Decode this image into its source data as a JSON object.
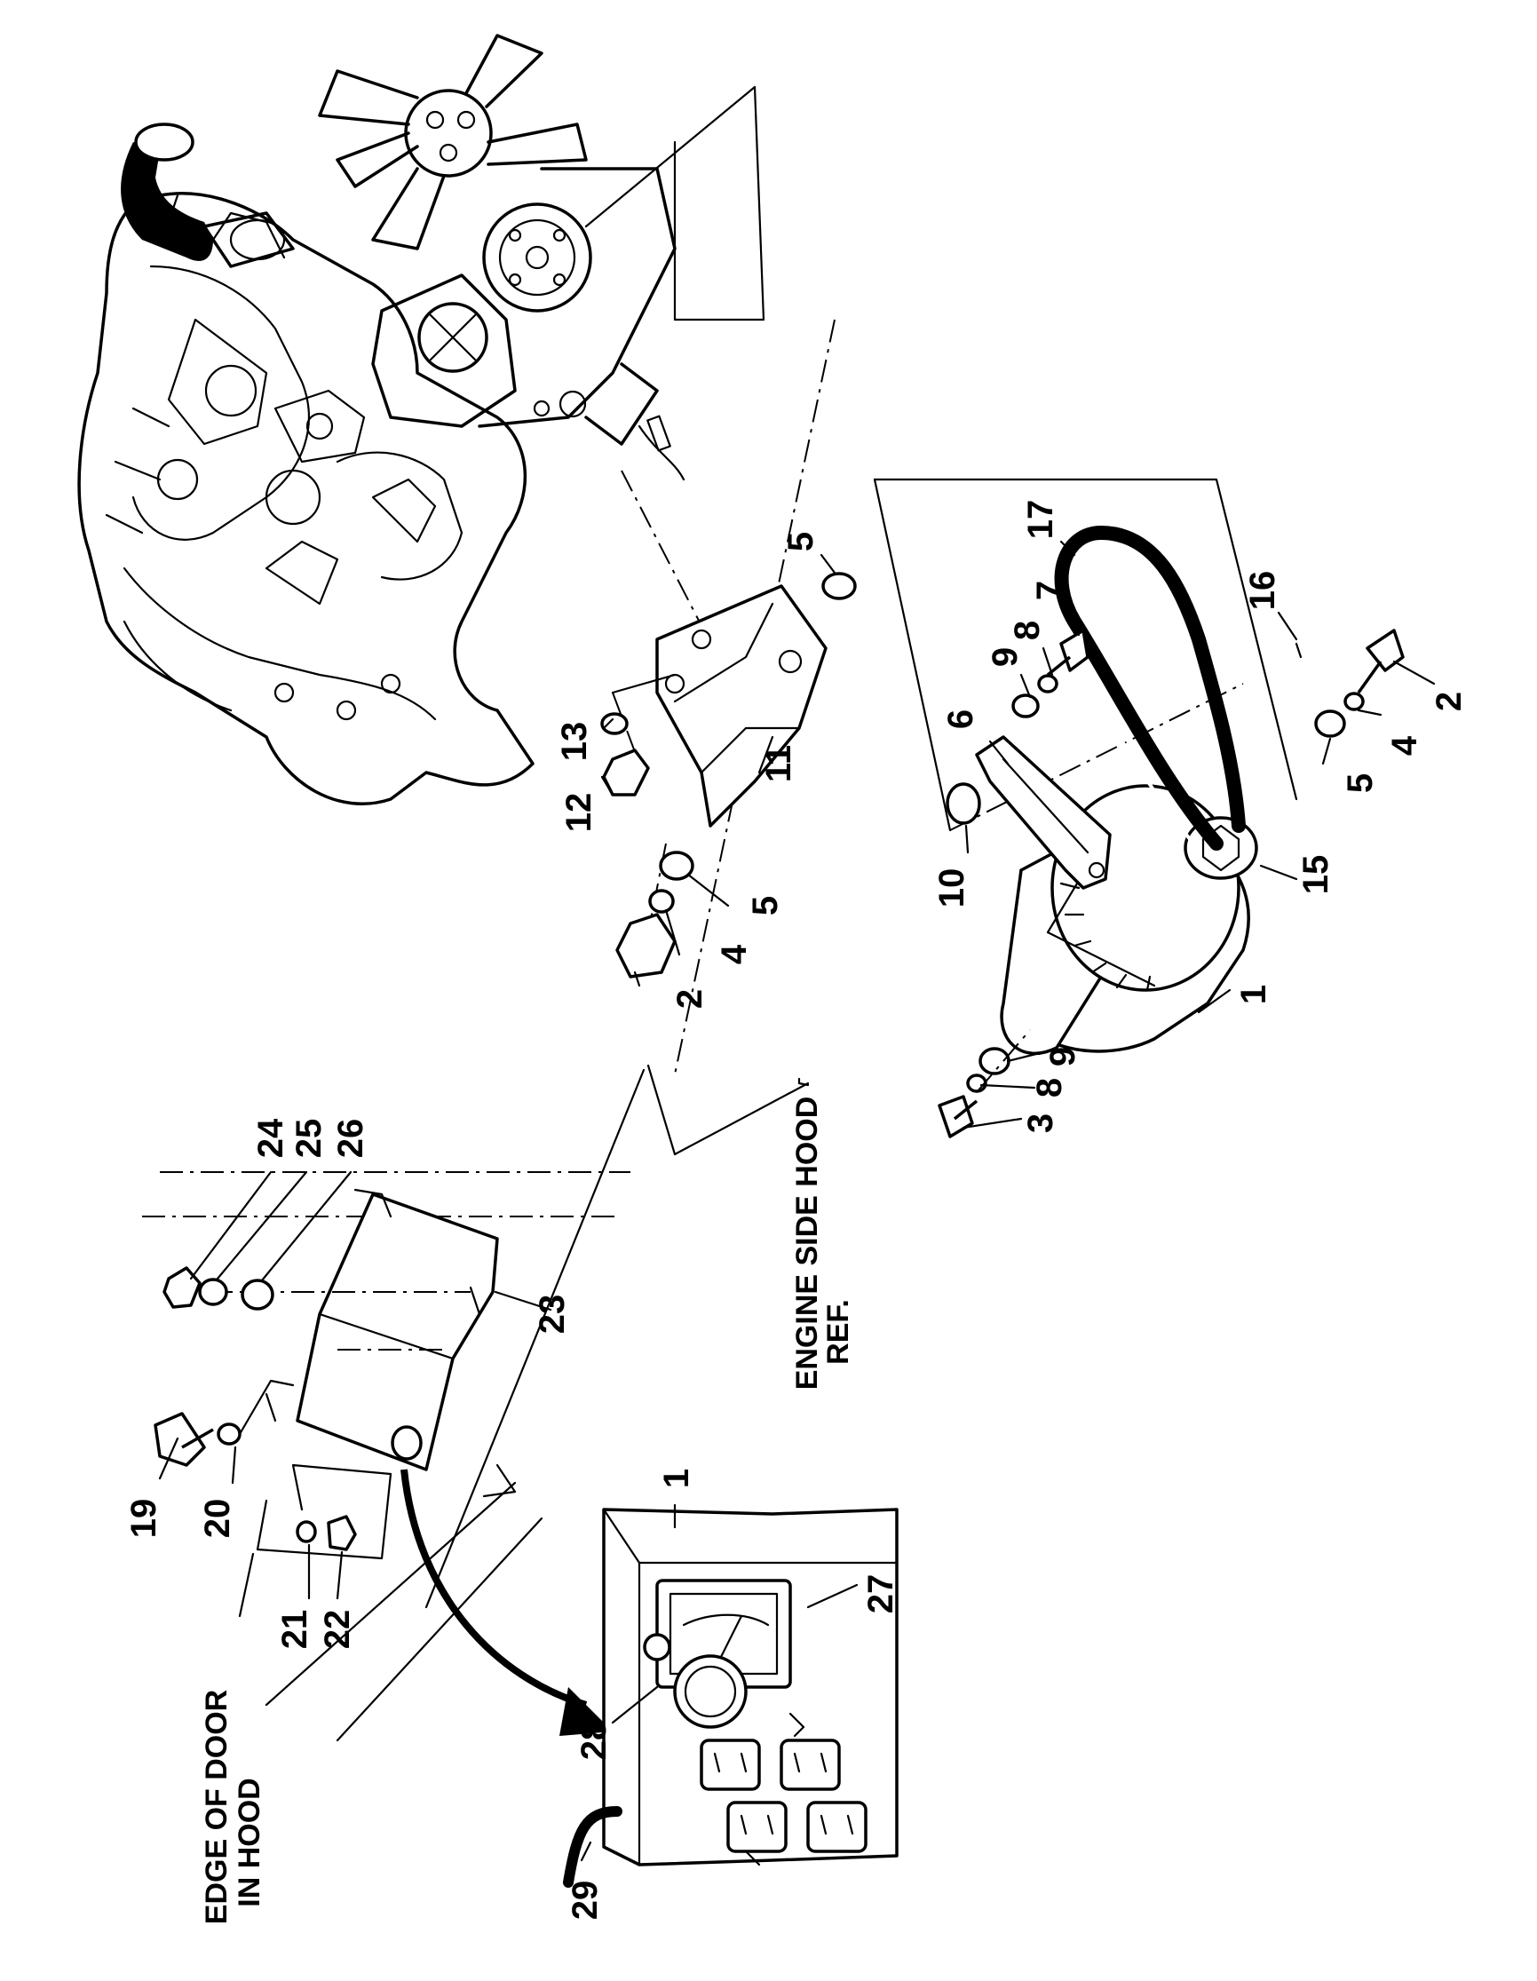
{
  "figure": {
    "callouts": {
      "c19": "19",
      "c20": "20",
      "c21": "21",
      "c22": "22",
      "c23": "23",
      "c24": "24",
      "c25": "25",
      "c26": "26",
      "c1_box": "1",
      "c27": "27",
      "c28": "28",
      "c29": "29",
      "c2_top": "2",
      "c4_top": "4",
      "c5_top": "5",
      "c12": "12",
      "c13": "13",
      "c11": "11",
      "c5_right": "5",
      "c3": "3",
      "c8_left": "8",
      "c9_left": "9",
      "c1_motor": "1",
      "c10": "10",
      "c6": "6",
      "c15": "15",
      "c9_right": "9",
      "c8_right": "8",
      "c7": "7",
      "c17": "17",
      "c16": "16",
      "c5_bottom": "5",
      "c4_bottom": "4",
      "c2_bottom": "2"
    },
    "notes": {
      "edge_line1": "EDGE OF DOOR",
      "edge_line2": "IN HOOD",
      "hood_line1": "ENGINE SIDE HOOD",
      "hood_line2": "REF."
    }
  }
}
